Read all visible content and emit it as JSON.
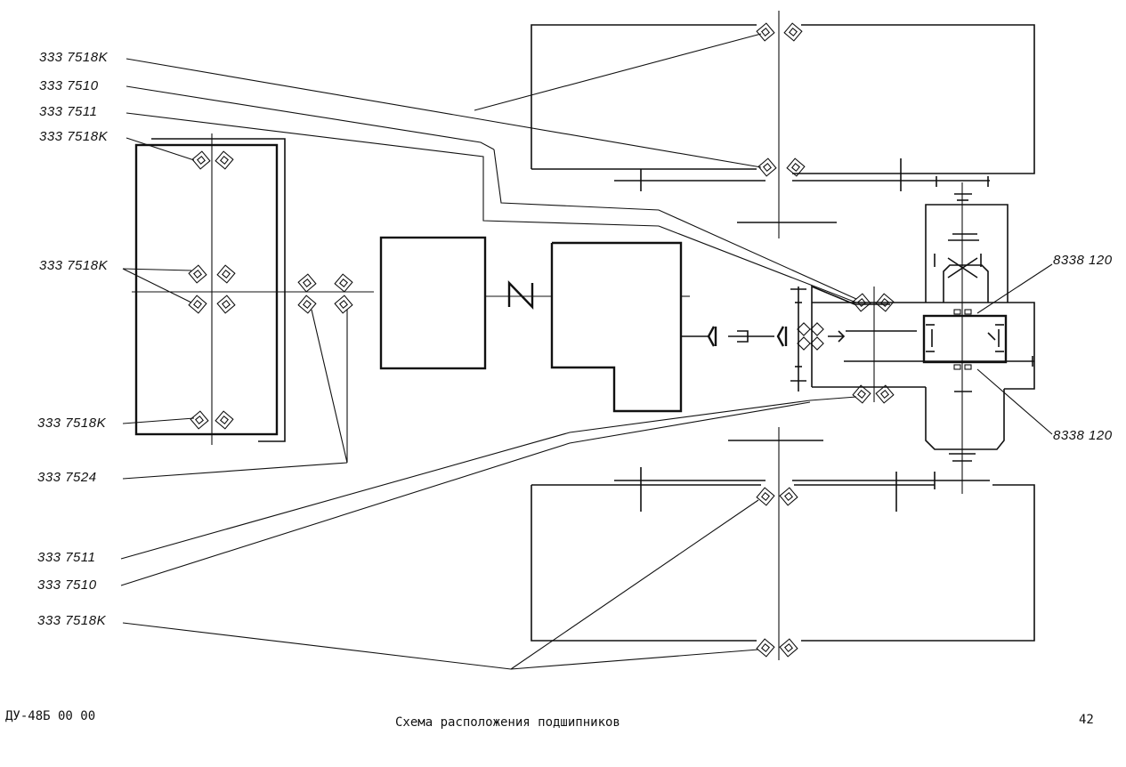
{
  "labels": {
    "l1": "333 7518K",
    "l2": "333 7510",
    "l3": "333 7511",
    "l4": "333 7518K",
    "l5": "333 7518K",
    "l6": "333 7518K",
    "l7": "333 7524",
    "l8": "333 7511",
    "l9": "333 7510",
    "l10": "333 7518K",
    "r1": "8338 120",
    "r2": "8338 120"
  },
  "footer": {
    "doc_code": "ДУ-48Б 00 00",
    "title": "Схема расположения подшипников",
    "page": "42"
  }
}
